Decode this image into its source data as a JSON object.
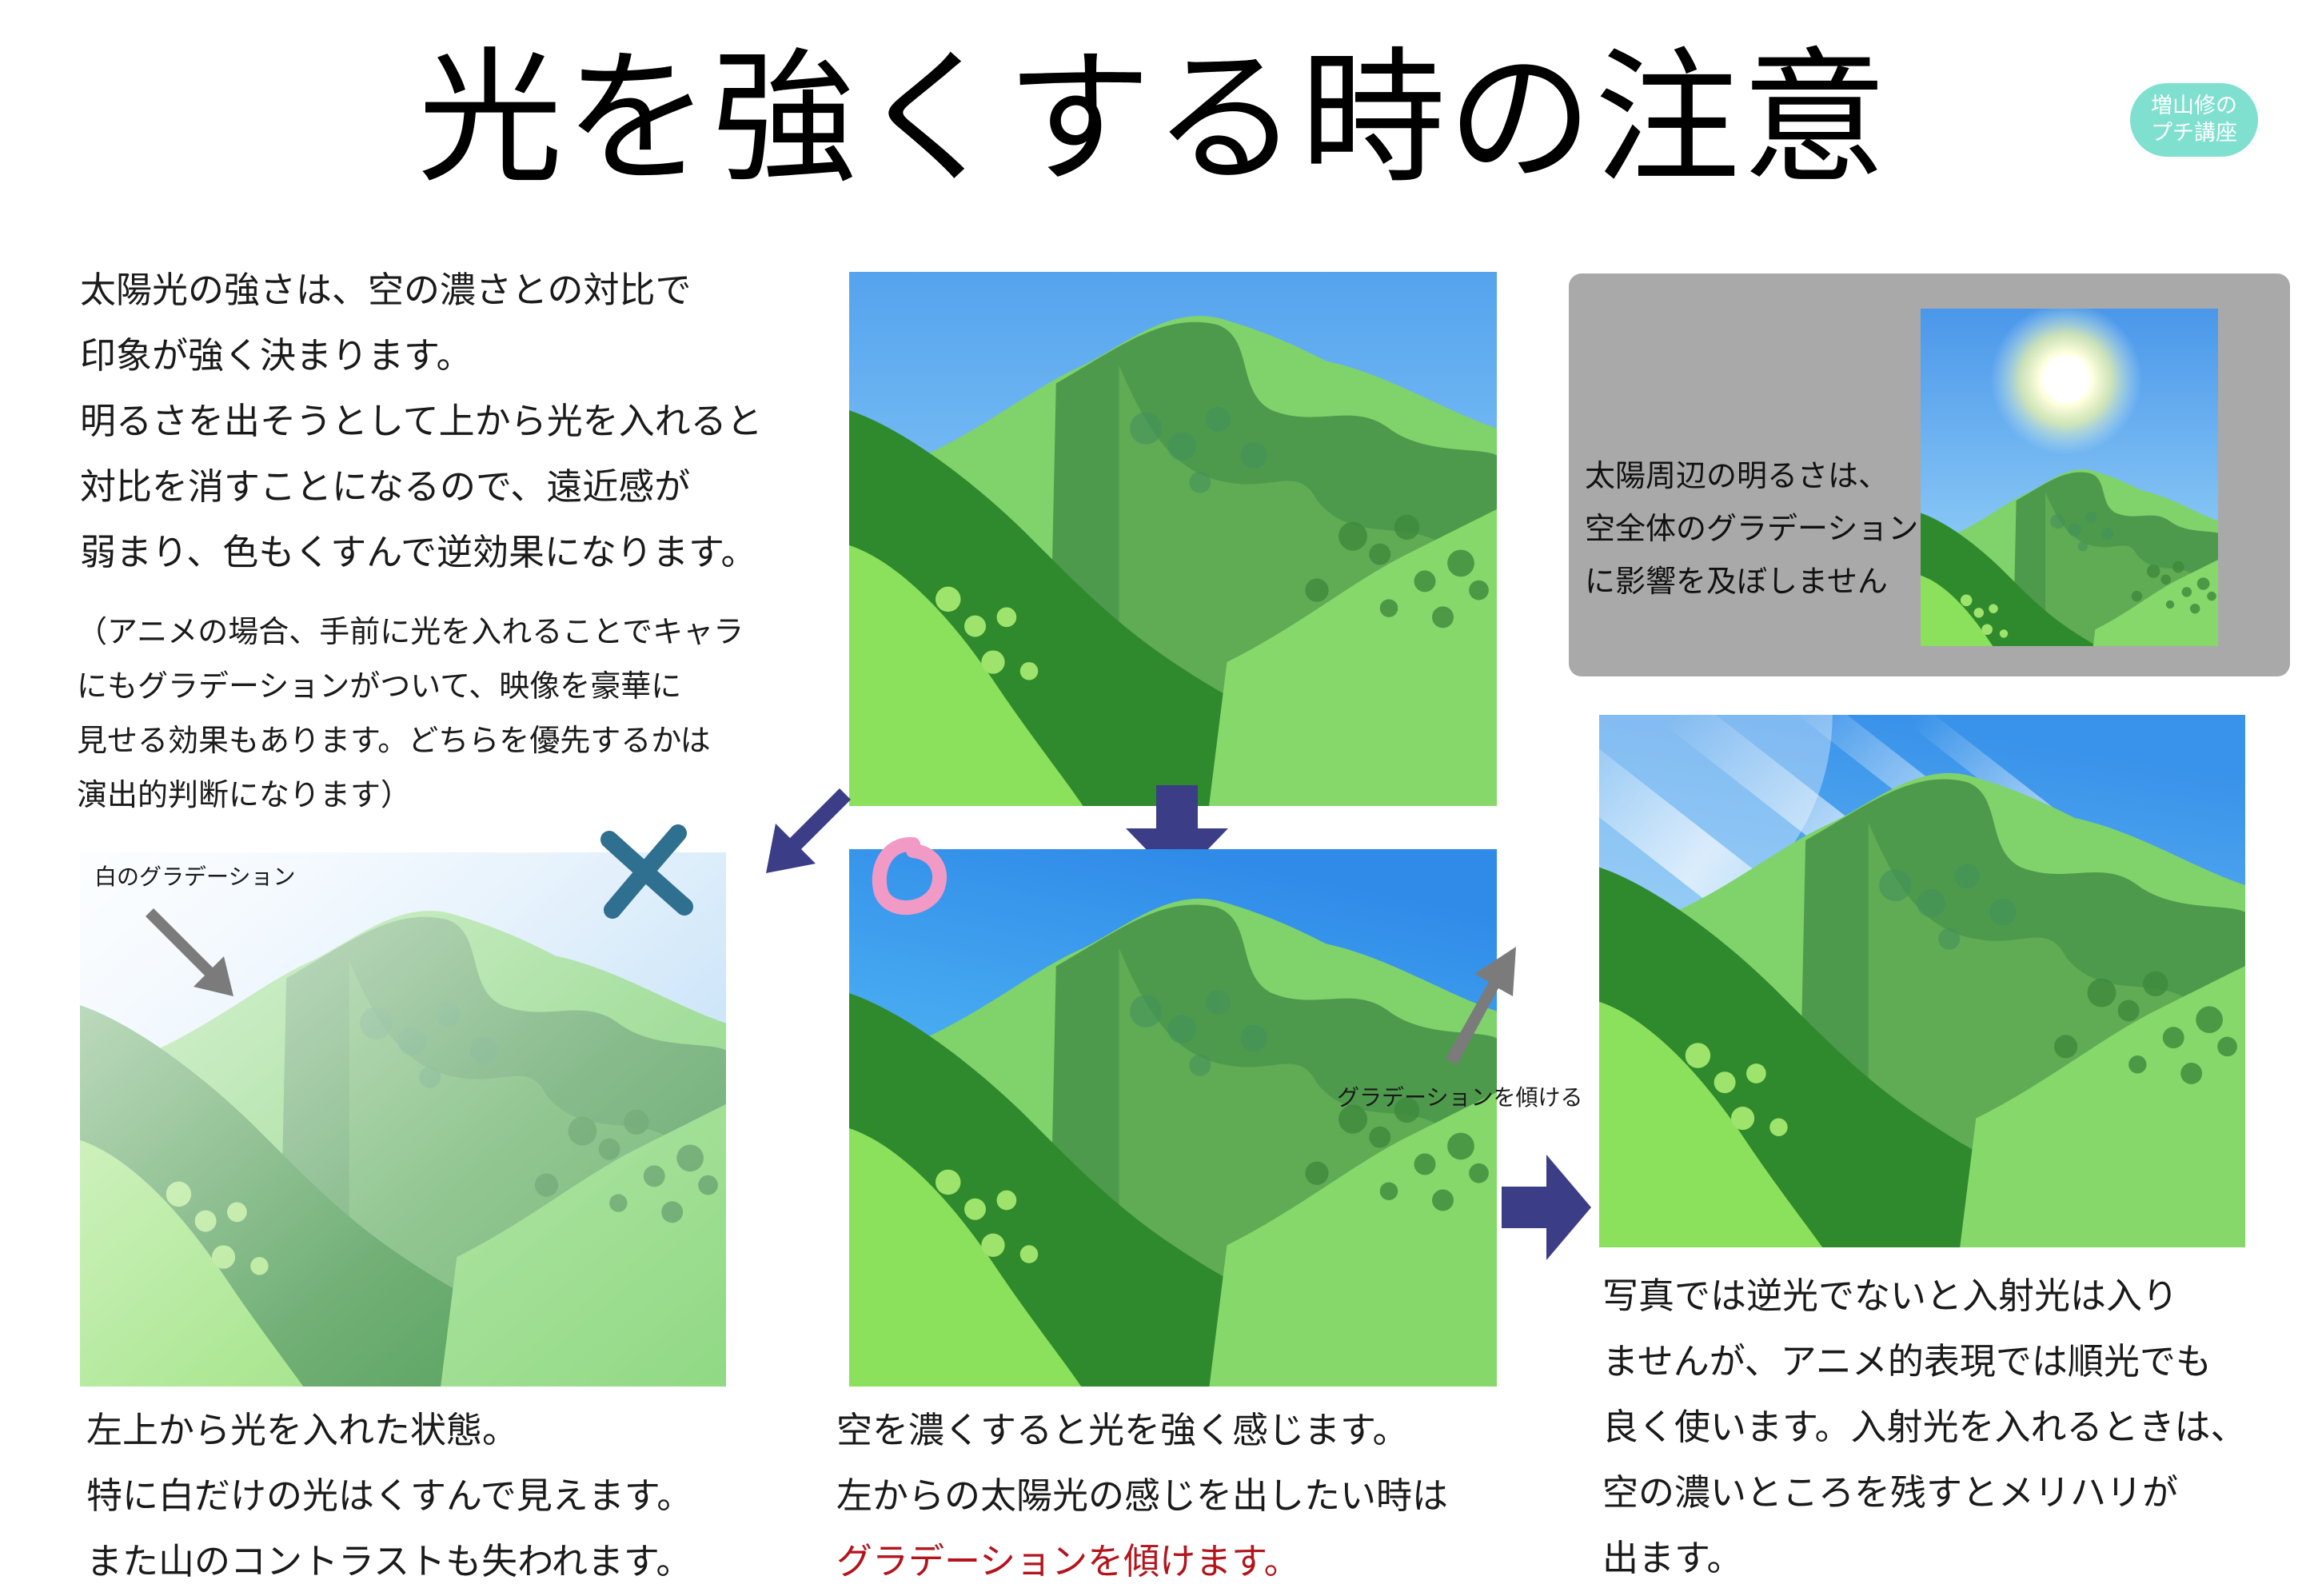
{
  "title": "光を強くする時の注意",
  "badge": {
    "line1": "増山修の",
    "line2": "プチ講座"
  },
  "intro": {
    "lines": [
      "太陽光の強さは、空の濃さとの対比で",
      "印象が強く決まります。",
      "明るさを出そうとして上から光を入れると",
      "対比を消すことになるので、遠近感が",
      "弱まり、色もくすんで逆効果になります。"
    ]
  },
  "note": {
    "lines": [
      "（アニメの場合、手前に光を入れることでキャラ",
      "にもグラデーションがついて、映像を豪華に",
      "見せる効果もあります。どちらを優先するかは",
      "演出的判断になります）"
    ]
  },
  "inset": {
    "lines": [
      "太陽周辺の明るさは、",
      "空全体のグラデーション",
      "に影響を及ぼしません"
    ]
  },
  "labels": {
    "white_gradation": "白のグラデーション",
    "tilt_gradation": "グラデーションを傾ける"
  },
  "marks": {
    "bad": "×",
    "good": "○"
  },
  "captions": {
    "left": [
      "左上から光を入れた状態。",
      "特に白だけの光はくすんで見えます。",
      "また山のコントラストも失われます。"
    ],
    "center": [
      "空を濃くすると光を強く感じます。",
      "左からの太陽光の感じを出したい時は"
    ],
    "center_highlight": "グラデーションを傾けます。",
    "right": [
      "写真では逆光でないと入射光は入り",
      "ませんが、アニメ的表現では順光でも",
      "良く使います。入射光を入れるときは、",
      "空の濃いところを残すとメリハリが",
      "出ます。"
    ]
  },
  "colors": {
    "arrow_navy": "#3b3e86",
    "arrow_gray": "#7b7b7b",
    "highlight_red": "#b3141c",
    "badge_teal": "#7fe0cf",
    "cross_blue": "#2f6f8f",
    "circle_pink": "#f29ac6"
  },
  "icons": [
    "arrow-down-icon",
    "arrow-down-left-icon",
    "arrow-right-icon",
    "arrow-up-right-icon",
    "cross-mark-icon",
    "circle-mark-icon"
  ]
}
